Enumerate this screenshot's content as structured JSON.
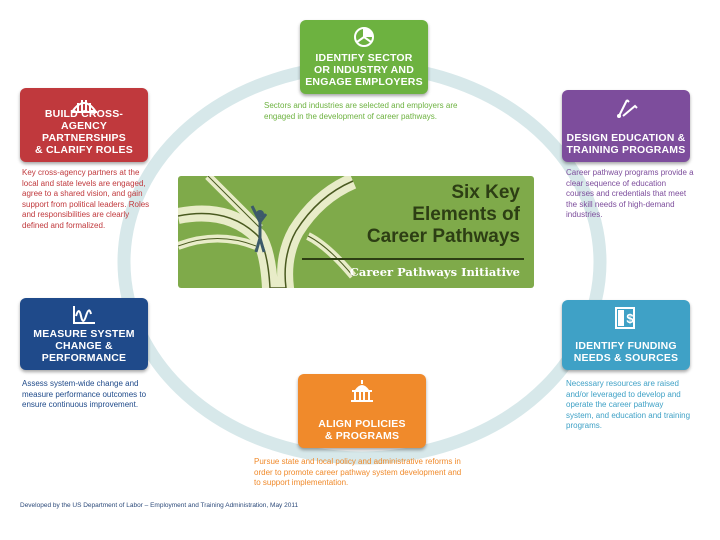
{
  "center": {
    "heading": "Six Key\nElements of\nCareer Pathways",
    "subtitle": "Career Pathways Initiative"
  },
  "elements": [
    {
      "title": "IDENTIFY SECTOR\nOR INDUSTRY AND\nENGAGE EMPLOYERS",
      "description": "Sectors and industries are selected and employers are engaged in the development of career pathways.",
      "color": "#6db240",
      "icon": "pie-chart-icon"
    },
    {
      "title": "DESIGN EDUCATION &\nTRAINING PROGRAMS",
      "description": "Career pathway programs provide a clear sequence of education courses and credentials that meet the skill needs of high-demand industries.",
      "color": "#7d4d9c",
      "icon": "pen-tools-icon"
    },
    {
      "title": "IDENTIFY FUNDING\nNEEDS & SOURCES",
      "description": "Necessary resources are raised and/or leveraged to develop and operate the career pathway system, and education and training programs.",
      "color": "#3fa1c6",
      "icon": "dollar-door-icon"
    },
    {
      "title": "ALIGN POLICIES\n& PROGRAMS",
      "description": "Pursue state and local policy and administrative reforms in order to promote career pathway system development and to support implementation.",
      "color": "#f08a2b",
      "icon": "capitol-icon"
    },
    {
      "title": "MEASURE SYSTEM\nCHANGE &\nPERFORMANCE",
      "description": "Assess system-wide change and measure performance outcomes to ensure continuous improvement.",
      "color": "#1f4a8a",
      "icon": "line-graph-icon"
    },
    {
      "title": "BUILD CROSS-AGENCY\nPARTNERSHIPS\n& CLARIFY ROLES",
      "description": "Key cross-agency partners at the local and state levels are engaged, agree to a shared vision, and gain support from political leaders. Roles and responsibilities are clearly defined and formalized.",
      "color": "#c0393d",
      "icon": "bridge-icon"
    }
  ],
  "footer": "Developed by the US Department of Labor – Employment and Training Administration, May 2011",
  "colors": {
    "ring": "#d7e8ea",
    "center_bg": "#7faa4a",
    "center_text": "#2d3e14"
  }
}
